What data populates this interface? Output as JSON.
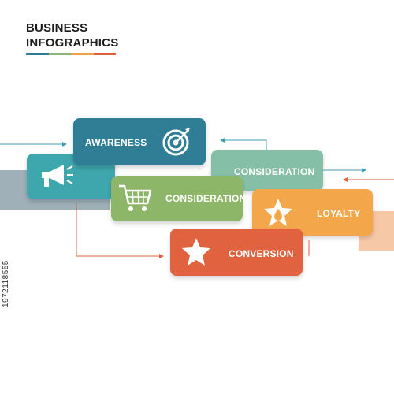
{
  "header": {
    "title_line1": "BUSINESS",
    "title_line2": "INFOGRAPHICS",
    "bar_colors": [
      "#2e7d95",
      "#8cb27b",
      "#f0a24a",
      "#e0603f"
    ]
  },
  "steps": [
    {
      "label": "AWARENESS",
      "color": "#2f7e96",
      "icon": "target-icon"
    },
    {
      "label": "",
      "color": "#3ea7ad",
      "icon": "megaphone-icon"
    },
    {
      "label": "CONSIDERATION",
      "color": "#86bfa7",
      "icon": ""
    },
    {
      "label": "CONSIDERATION",
      "color": "#8db668",
      "icon": "shopping-cart-icon"
    },
    {
      "label": "LOYALTY",
      "color": "#f4a74a",
      "icon": "star-drop-icon"
    },
    {
      "label": "CONVERSION",
      "color": "#e0623f",
      "icon": "star-icon"
    }
  ],
  "side_code": "1972118555"
}
